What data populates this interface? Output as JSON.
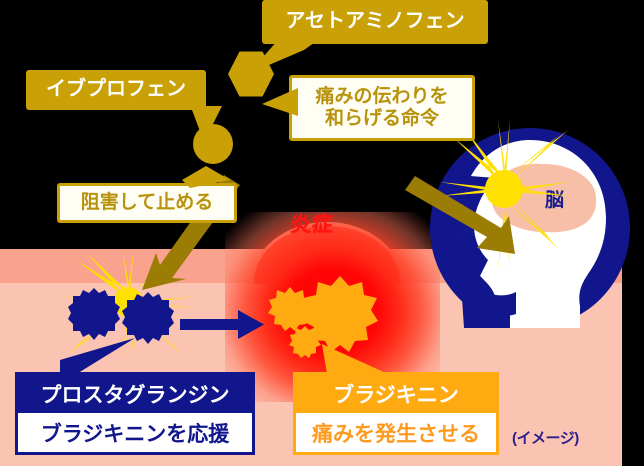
{
  "diagram": {
    "title_note": "(イメージ)",
    "drugs": [
      {
        "id": "ibuprofen",
        "label": "イブプロフェン",
        "action_label": "阻害して止める",
        "molecule_shape": "circle",
        "color": "#C9A005"
      },
      {
        "id": "acetaminophen",
        "label": "アセトアミノフェン",
        "action_label": "痛みの伝わりを\n和らげる命令",
        "molecule_shape": "hexagon",
        "color": "#C9A005"
      }
    ],
    "mediators": [
      {
        "id": "prostaglandin",
        "name": "プロスタグランジン",
        "role": "ブラジキニンを応援",
        "color": "#11168C",
        "shape": "spiky-navy"
      },
      {
        "id": "bradykinin",
        "name": "ブラジキニン",
        "role": "痛みを発生させる",
        "color": "#FFAA11",
        "shape": "spiky-orange"
      }
    ],
    "annotations": {
      "inflammation": "炎症",
      "brain": "脳"
    },
    "colors": {
      "gold": "#C9A005",
      "gold_text": "#B8920B",
      "navy": "#11168C",
      "orange": "#FFAA11",
      "inflammation_red": "#FF1414",
      "skin_top": "#F9A28D",
      "skin_base": "#FBC3B2",
      "starburst_yellow": "#FFE000",
      "brain_pink": "#F7BFA8"
    }
  }
}
